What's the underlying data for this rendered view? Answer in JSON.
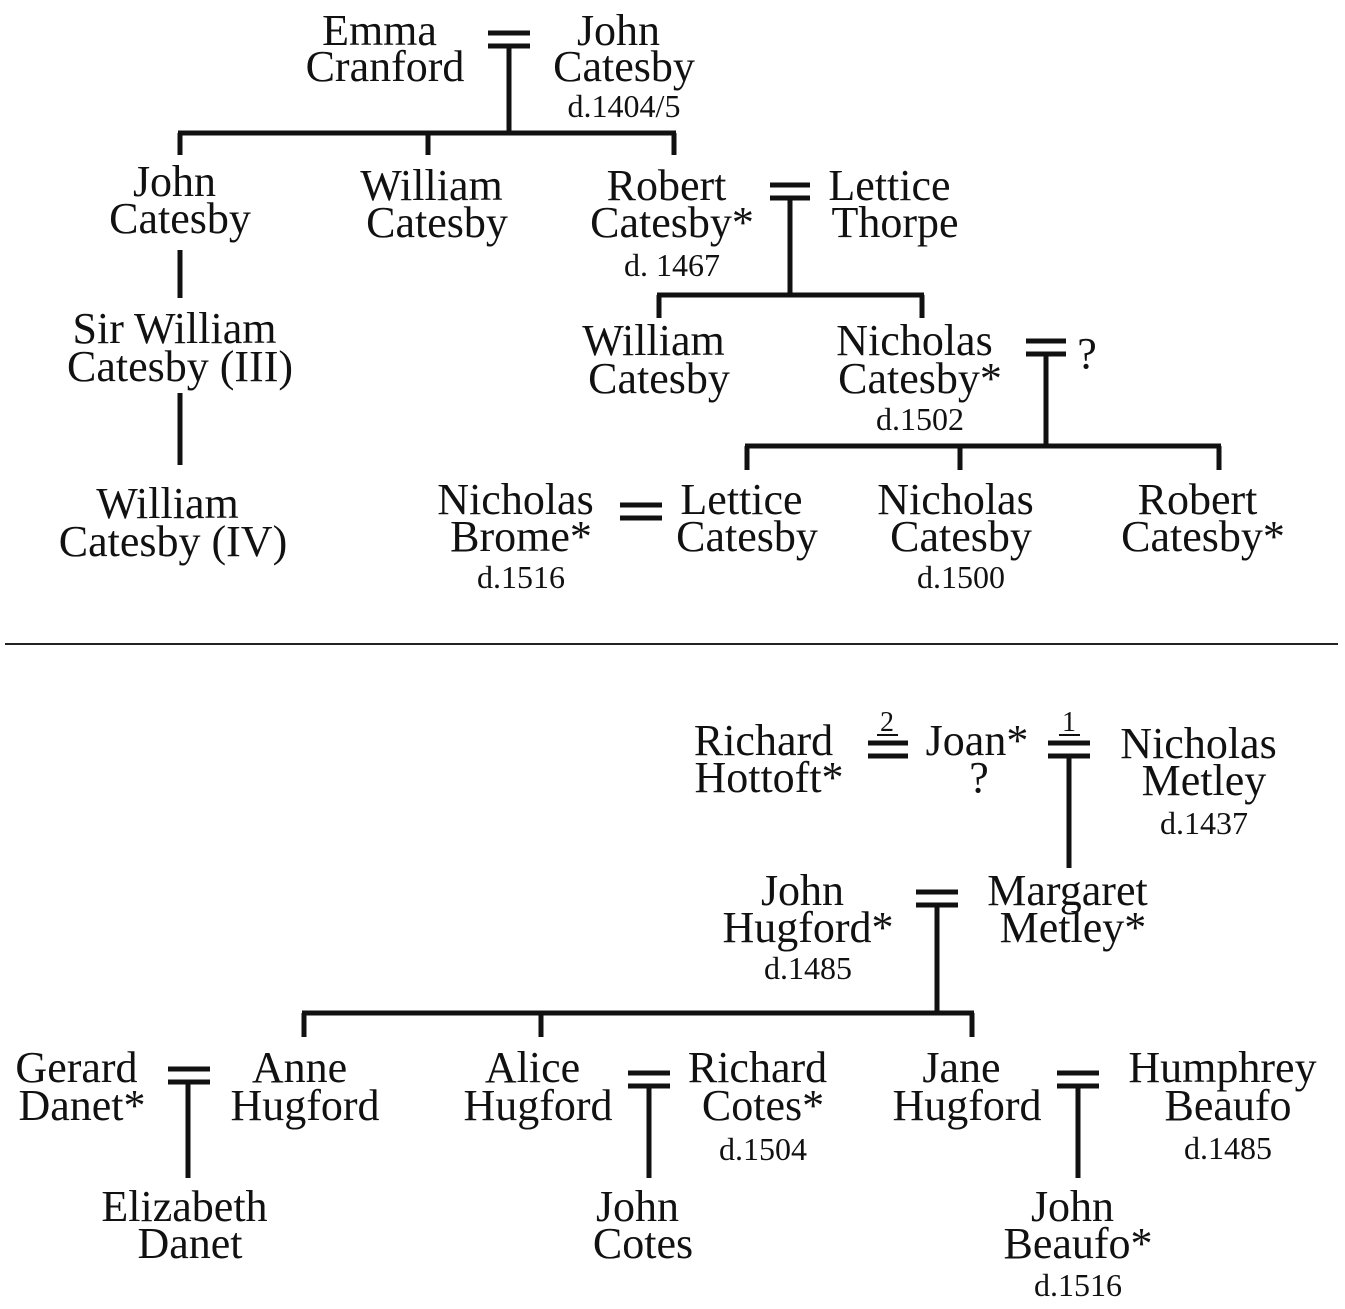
{
  "catesby": {
    "emma_cranford": [
      "Emma",
      "Cranford"
    ],
    "john_catesby_sr": [
      "John",
      "Catesby"
    ],
    "john_catesby_sr_dates": "d.1404/5",
    "john_catesby_jr": [
      "John",
      "Catesby"
    ],
    "william_catesby_1": [
      "William",
      "Catesby"
    ],
    "robert_catesby_sr": [
      "Robert",
      "Catesby*"
    ],
    "robert_catesby_sr_dates": "d. 1467",
    "lettice_thorpe": [
      "Lettice",
      "Thorpe"
    ],
    "sir_william_catesby_iii": [
      "Sir William",
      "Catesby (III)"
    ],
    "william_catesby_iv": [
      "William",
      "Catesby (IV)"
    ],
    "william_catesby_2": [
      "William",
      "Catesby"
    ],
    "nicholas_catesby_sr": [
      "Nicholas",
      "Catesby*"
    ],
    "nicholas_catesby_sr_dates": "d.1502",
    "unknown_spouse": "?",
    "nicholas_brome": [
      "Nicholas",
      "Brome*"
    ],
    "nicholas_brome_dates": "d.1516",
    "lettice_catesby": [
      "Lettice",
      "Catesby"
    ],
    "nicholas_catesby_jr": [
      "Nicholas",
      "Catesby"
    ],
    "nicholas_catesby_jr_dates": "d.1500",
    "robert_catesby_jr": [
      "Robert",
      "Catesby*"
    ]
  },
  "hugford": {
    "richard_hottoft": [
      "Richard",
      "Hottoft*"
    ],
    "joan": "Joan*",
    "joan_uncertain": "?",
    "marriage_2": "2",
    "marriage_1": "1",
    "nicholas_metley": [
      "Nicholas",
      "Metley"
    ],
    "nicholas_metley_dates": "d.1437",
    "john_hugford": [
      "John",
      "Hugford*"
    ],
    "john_hugford_dates": "d.1485",
    "margaret_metley": [
      "Margaret",
      "Metley*"
    ],
    "gerard_danet": [
      "Gerard",
      "Danet*"
    ],
    "anne_hugford": [
      "Anne",
      "Hugford"
    ],
    "alice_hugford": [
      "Alice",
      "Hugford"
    ],
    "richard_cotes": [
      "Richard",
      "Cotes*"
    ],
    "richard_cotes_dates": "d.1504",
    "jane_hugford": [
      "Jane",
      "Hugford"
    ],
    "humphrey_beaufo": [
      "Humphrey",
      "Beaufo"
    ],
    "humphrey_beaufo_dates": "d.1485",
    "elizabeth_danet": [
      "Elizabeth",
      "Danet"
    ],
    "john_cotes": [
      "John",
      "Cotes"
    ],
    "john_beaufo": [
      "John",
      "Beaufo*"
    ],
    "john_beaufo_dates": "d.1516"
  }
}
